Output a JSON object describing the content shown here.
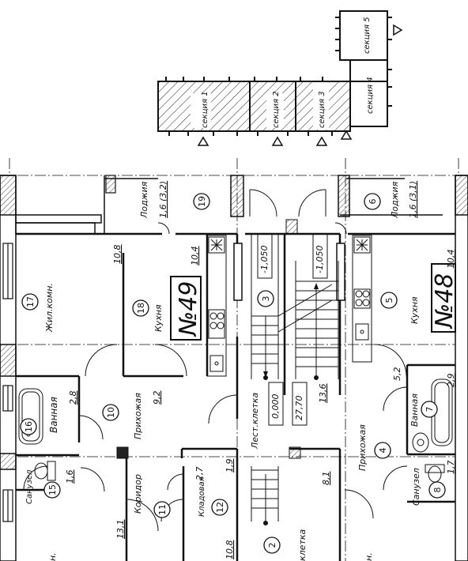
{
  "key_plan": {
    "sections": {
      "s1": "секция 1",
      "s2": "секция 2",
      "s3": "секция 3",
      "s4": "секция 4",
      "s5": "секция 5"
    }
  },
  "apartments": {
    "a49": "№49",
    "a48": "№48"
  },
  "rooms": {
    "r17_num": "17",
    "r17_name": "Жил.комн.",
    "r17_area": "10,8",
    "r18_num": "18",
    "r18_name": "Кухня",
    "r18_area": "10,4",
    "r19_num": "19",
    "r19_name": "Лоджия",
    "r19_area": "1,6 (3,2)",
    "r16_num": "16",
    "r16_name": "Ванная",
    "r16_area": "2,8",
    "r10_num": "10",
    "r10_name": "Прихожая",
    "r10_area": "9,2",
    "r15_num": "15",
    "r15_name": "Санузел",
    "r15_area": "1,6",
    "r11_num": "11",
    "r11_name": "Коридор",
    "r11_area": "13,1",
    "r12_num": "12",
    "r12_name": "Кладовая",
    "r12_area": "1,9",
    "r12_b": "2,7",
    "r3_num": "3",
    "r3_name": "Лест.клетка",
    "r3_area": "27,70",
    "r3_elev": "0,000",
    "r3_b": "13,6",
    "elev_a": "-1,050",
    "elev_b": "-1,050",
    "r2_num": "2",
    "r2_name": "клетка",
    "r2_area": "8,1",
    "r6_num": "6",
    "r6_name": "Лоджия",
    "r6_area": "1,6 (3,1)",
    "r5_num": "5",
    "r5_name": "Кухня",
    "r5_area": "10,4",
    "r4_num": "4",
    "r4_name": "Прихожая",
    "r7_num": "7",
    "r7_name": "Ванная",
    "r7_area": "2,9",
    "r7_b": "5,2",
    "r8_num": "8",
    "r8_name": "Санузел",
    "r8_area": "1,7",
    "r_bl_area": "10,8",
    "partial_left": "н.",
    "partial_right": "н."
  }
}
